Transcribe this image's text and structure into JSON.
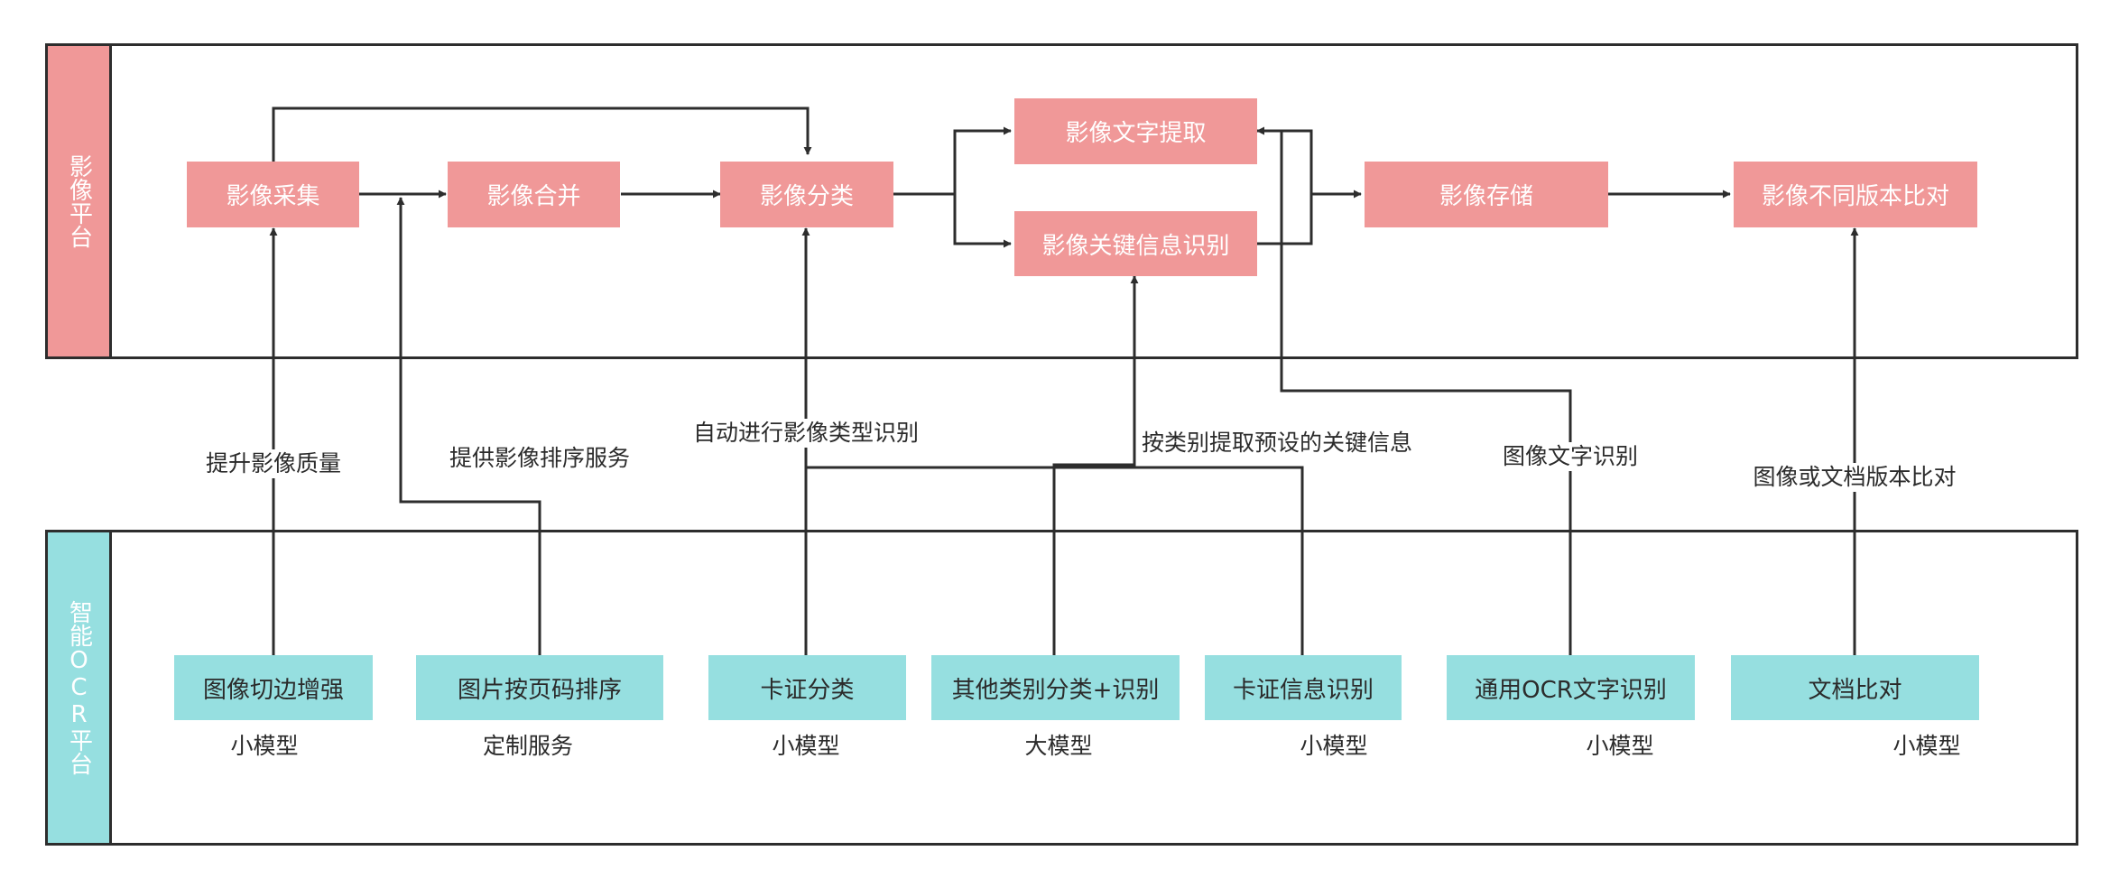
{
  "lanes": {
    "top_title": "影像平台",
    "bottom_title": "智能OCR平台"
  },
  "nodes": {
    "capture": "影像采集",
    "merge": "影像合并",
    "classify": "影像分类",
    "text_extract": "影像文字提取",
    "key_info": "影像关键信息识别",
    "storage": "影像存储",
    "version_compare": "影像不同版本比对",
    "crop_enhance": "图像切边增强",
    "page_sort": "图片按页码排序",
    "card_classify": "卡证分类",
    "other_classify": "其他类别分类+识别",
    "card_info": "卡证信息识别",
    "general_ocr": "通用OCR文字识别",
    "doc_compare": "文档比对"
  },
  "edge_labels": {
    "enhance_quality": "提升影像质量",
    "sort_service": "提供影像排序服务",
    "auto_type": "自动进行影像类型识别",
    "key_by_type": "按类别提取预设的关键信息",
    "image_text": "图像文字识别",
    "doc_version": "图像或文档版本比对"
  },
  "captions": {
    "crop_enhance": "小模型",
    "page_sort": "定制服务",
    "card_classify": "小模型",
    "other_classify": "大模型",
    "card_info": "小模型",
    "general_ocr": "小模型",
    "doc_compare": "小模型"
  },
  "colors": {
    "platform_accent": "#f09898",
    "ocr_accent": "#96dfe0",
    "line": "#2d2d2d"
  }
}
